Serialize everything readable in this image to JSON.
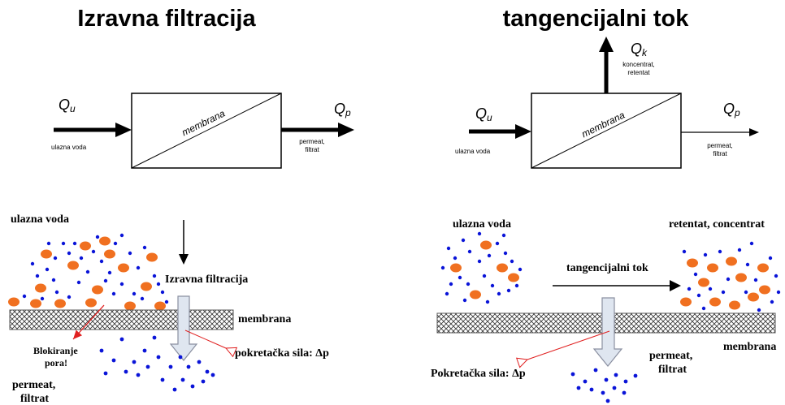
{
  "left": {
    "title": "Izravna filtracija",
    "q_in": "Q",
    "q_in_sub": "u",
    "q_in_caption": "ulazna voda",
    "membrane_label": "membrana",
    "q_out": "Q",
    "q_out_sub": "p",
    "q_out_caption_1": "permeat,",
    "q_out_caption_2": "filtrat",
    "lower": {
      "feed_label": "ulazna voda",
      "process_label": "Izravna filtracija",
      "membrane_label": "membrana",
      "block_label_1": "Blokiranje",
      "block_label_2": "pora!",
      "force_label": "pokretačka sila: Δp",
      "permeate_label_1": "permeat,",
      "permeate_label_2": "filtrat"
    }
  },
  "right": {
    "title": "tangencijalni tok",
    "q_k": "Q",
    "q_k_sub": "k",
    "q_k_caption_1": "koncentrat,",
    "q_k_caption_2": "retentat",
    "q_in": "Q",
    "q_in_sub": "u",
    "q_in_caption": "ulazna voda",
    "membrane_label": "membrana",
    "q_out": "Q",
    "q_out_sub": "p",
    "q_out_caption_1": "permeat,",
    "q_out_caption_2": "filtrat",
    "lower": {
      "feed_label": "ulazna voda",
      "retentate_label": "retentat, concentrat",
      "flow_label": "tangencijalni tok",
      "membrane_label": "membrana",
      "force_label": "Pokretačka sila: Δp",
      "permeate_label_1": "permeat,",
      "permeate_label_2": "filtrat"
    }
  },
  "colors": {
    "particle_large": "#f07020",
    "particle_small": "#0a14d8",
    "force_arrow": "#e02020",
    "flow_arrow_fill": "#dfe6f0",
    "flow_arrow_stroke": "#8a8fa0",
    "ink": "#000000"
  }
}
